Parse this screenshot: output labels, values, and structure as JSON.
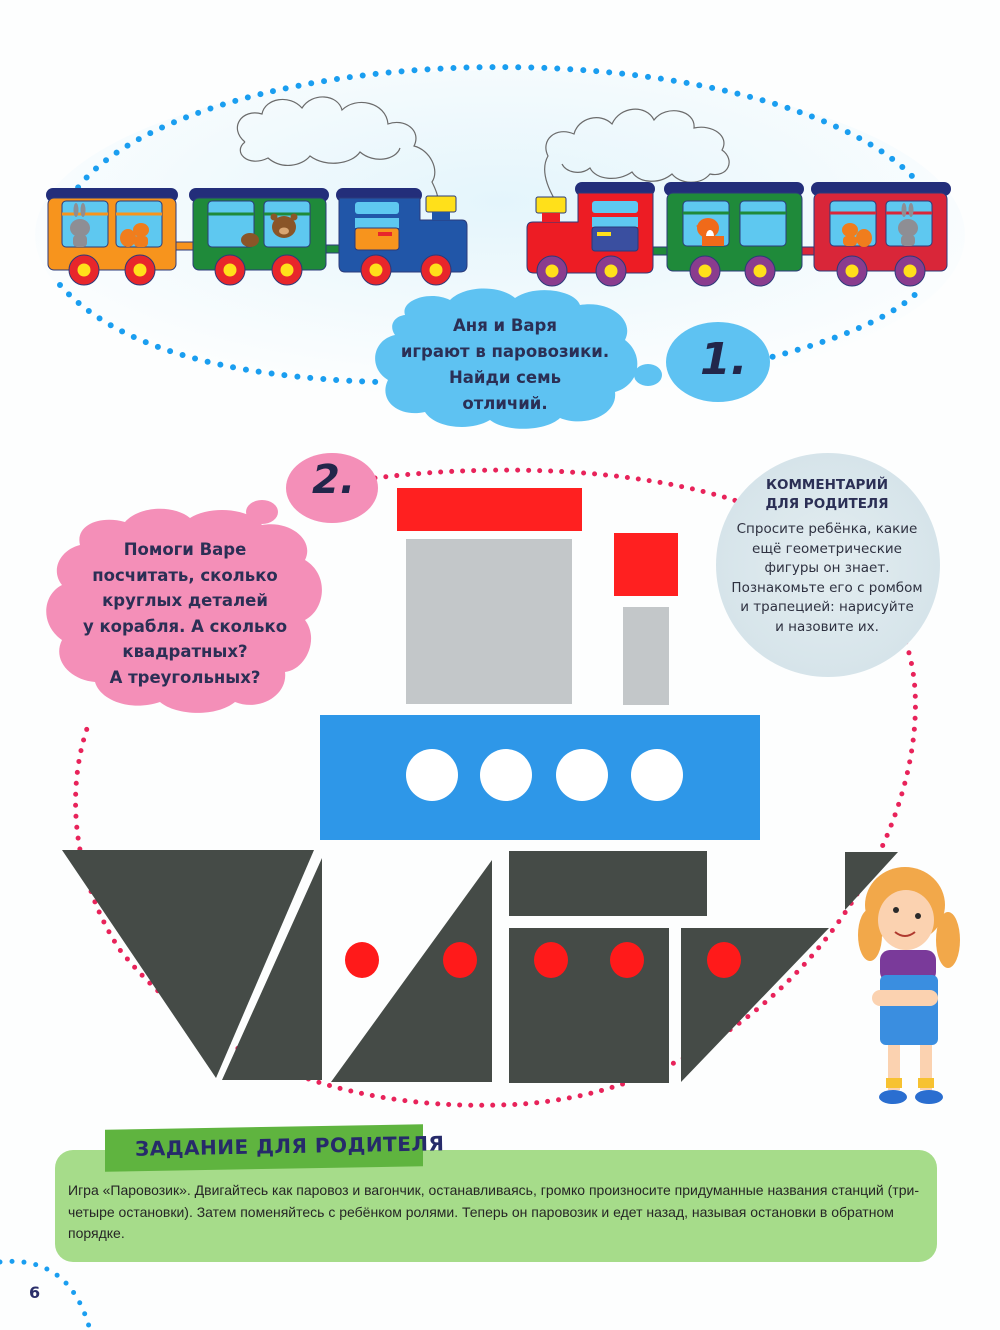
{
  "task1": {
    "number": "1.",
    "text_lines": [
      "Аня и Варя",
      "играют в паровозики.",
      "Найди семь",
      "отличий."
    ],
    "bubble_color": "#5ec2f2",
    "dot_color": "#1a9ef0"
  },
  "trains": {
    "left": {
      "cars": [
        {
          "type": "wagon",
          "body_color": "#f7941d",
          "wheel_color": "#e8262b",
          "passengers": [
            "rabbit",
            "squirrel"
          ]
        },
        {
          "type": "wagon",
          "body_color": "#1f8a3a",
          "wheel_color": "#e8262b",
          "passengers": [
            "bear"
          ]
        },
        {
          "type": "locomotive",
          "body_color": "#2156a8",
          "wheel_color": "#e8262b",
          "panel_color": "#f7941d"
        }
      ]
    },
    "right": {
      "cars": [
        {
          "type": "locomotive",
          "body_color": "#ed1c24",
          "wheel_color": "#8a3c8e",
          "panel_color": "#3a4fa0"
        },
        {
          "type": "wagon",
          "body_color": "#1f8a3a",
          "wheel_color": "#8a3c8e",
          "passengers": [
            "fox"
          ]
        },
        {
          "type": "wagon",
          "body_color": "#d92639",
          "wheel_color": "#8a3c8e",
          "passengers": [
            "squirrel",
            "rabbit"
          ]
        }
      ]
    }
  },
  "task2": {
    "number": "2.",
    "text_lines": [
      "Помоги Варе",
      "посчитать, сколько",
      "круглых деталей",
      "у корабля. А сколько",
      "квадратных?",
      "А треугольных?"
    ],
    "bubble_color": "#f48fb8",
    "dot_color": "#e8235a"
  },
  "ship": {
    "colors": {
      "red": "#ff2020",
      "gray": "#c3c7c9",
      "blue": "#2e97e8",
      "hull": "#454b47",
      "porthole": "#ffffff",
      "hull_dot": "#ff1a1a"
    },
    "portholes_count": 4,
    "hull_dots_count": 5
  },
  "comment": {
    "title_lines": [
      "КОММЕНТАРИЙ",
      "ДЛЯ РОДИТЕЛЯ"
    ],
    "body_lines": [
      "Спросите ребёнка, какие",
      "ещё геометрические",
      "фигуры он знает.",
      "Познакомьте его с ромбом",
      "и трапецией: нарисуйте",
      "и назовите их."
    ]
  },
  "parent_task": {
    "title": "ЗАДАНИЕ ДЛЯ РОДИТЕЛЯ",
    "body": "Игра «Паровозик». Двигайтесь как паровоз и вагончик, останавливаясь, громко произносите придуманные названия станций (три-четыре остановки). Затем поменяйтесь с ребёнком ролями. Теперь он паровозик и едет назад, называя остановки в обратном порядке."
  },
  "page_number": "6"
}
